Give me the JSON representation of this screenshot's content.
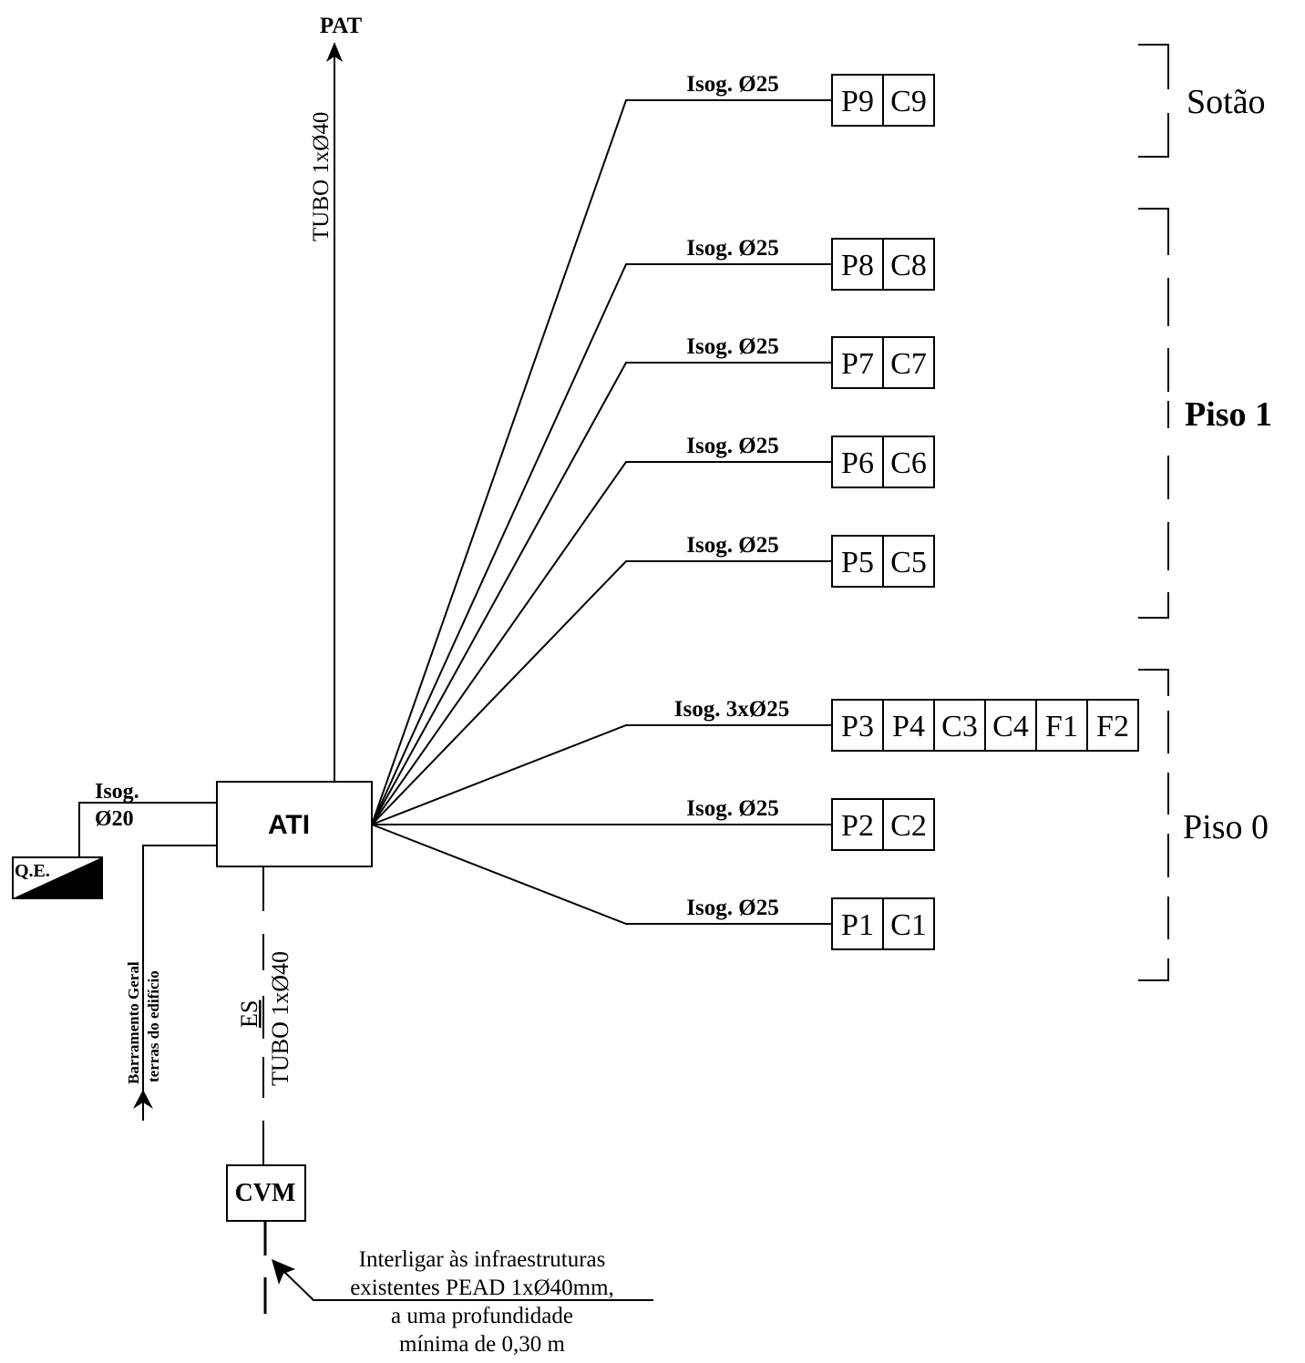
{
  "diagram": {
    "ati": {
      "label": "ATI"
    },
    "pat": {
      "label": "PAT",
      "tube_label": "TUBO 1xØ40"
    },
    "qe": {
      "label": "Q.E.",
      "cable_label_line1": "Isog.",
      "cable_label_line2": "Ø20"
    },
    "earth": {
      "line1": "Barramento Geral",
      "line2": "terras do edifício"
    },
    "es": {
      "top": "ES",
      "bottom": "TUBO 1xØ40"
    },
    "cvm": {
      "label": "CVM"
    },
    "note": {
      "lines": [
        "Interligar às infraestruturas",
        "existentes PEAD 1xØ40mm,",
        "a uma profundidade",
        "mínima de 0,30 m"
      ]
    },
    "branches": [
      {
        "cable": "Isog. Ø25",
        "cells": [
          "P9",
          "C9"
        ],
        "floor": "Sotão"
      },
      {
        "cable": "Isog. Ø25",
        "cells": [
          "P8",
          "C8"
        ],
        "floor": "Piso 1"
      },
      {
        "cable": "Isog. Ø25",
        "cells": [
          "P7",
          "C7"
        ],
        "floor": "Piso 1"
      },
      {
        "cable": "Isog. Ø25",
        "cells": [
          "P6",
          "C6"
        ],
        "floor": "Piso 1"
      },
      {
        "cable": "Isog. Ø25",
        "cells": [
          "P5",
          "C5"
        ],
        "floor": "Piso 1"
      },
      {
        "cable": "Isog. 3xØ25",
        "cells": [
          "P3",
          "P4",
          "C3",
          "C4",
          "F1",
          "F2"
        ],
        "floor": "Piso 0"
      },
      {
        "cable": "Isog. Ø25",
        "cells": [
          "P2",
          "C2"
        ],
        "floor": "Piso 0"
      },
      {
        "cable": "Isog. Ø25",
        "cells": [
          "P1",
          "C1"
        ],
        "floor": "Piso 0"
      }
    ],
    "floors": [
      {
        "label": "Sotão"
      },
      {
        "label": "Piso 1"
      },
      {
        "label": "Piso 0"
      }
    ]
  }
}
